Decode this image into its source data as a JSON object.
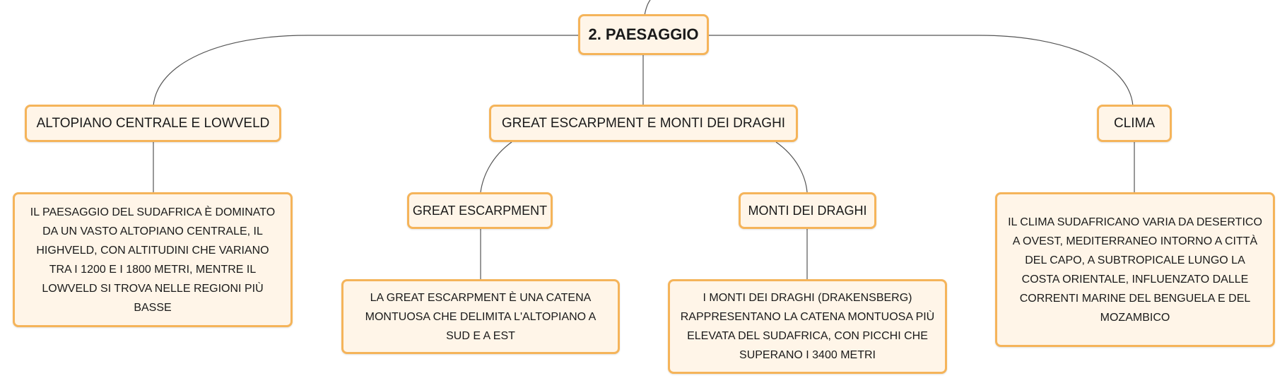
{
  "map": {
    "root": "2. PAESAGGIO",
    "branches": {
      "altopiano": {
        "title": "ALTOPIANO CENTRALE E LOWVELD",
        "lines": [
          "IL PAESAGGIO DEL SUDAFRICA È DOMINATO",
          "DA UN VASTO ALTOPIANO CENTRALE, IL",
          "HIGHVELD, CON ALTITUDINI CHE VARIANO",
          "TRA I 1200 E I 1800 METRI, MENTRE IL",
          "LOWVELD SI TROVA NELLE REGIONI PIÙ",
          "BASSE"
        ]
      },
      "escarpment": {
        "title": "GREAT ESCARPMENT E MONTI DEI DRAGHI",
        "great_escarpment": {
          "title": "GREAT ESCARPMENT",
          "lines": [
            "LA GREAT ESCARPMENT È UNA CATENA",
            "MONTUOSA CHE DELIMITA L'ALTOPIANO A",
            "SUD E A EST"
          ]
        },
        "monti_draghi": {
          "title": "MONTI DEI DRAGHI",
          "lines": [
            "I MONTI DEI DRAGHI (DRAKENSBERG)",
            "RAPPRESENTANO LA CATENA MONTUOSA PIÙ",
            "ELEVATA DEL SUDAFRICA, CON PICCHI CHE",
            "SUPERANO I 3400 METRI"
          ]
        }
      },
      "clima": {
        "title": "CLIMA",
        "lines": [
          "IL CLIMA SUDAFRICANO VARIA DA DESERTICO",
          "A OVEST, MEDITERRANEO INTORNO A CITTÀ",
          "DEL CAPO, A SUBTROPICALE LUNGO LA",
          "COSTA ORIENTALE, INFLUENZATO DALLE",
          "CORRENTI MARINE DEL BENGUELA E DEL",
          "MOZAMBICO"
        ]
      }
    }
  },
  "colors": {
    "node_border": "#f5b45a",
    "node_fill": "#fff5e8",
    "connector": "#555555"
  }
}
